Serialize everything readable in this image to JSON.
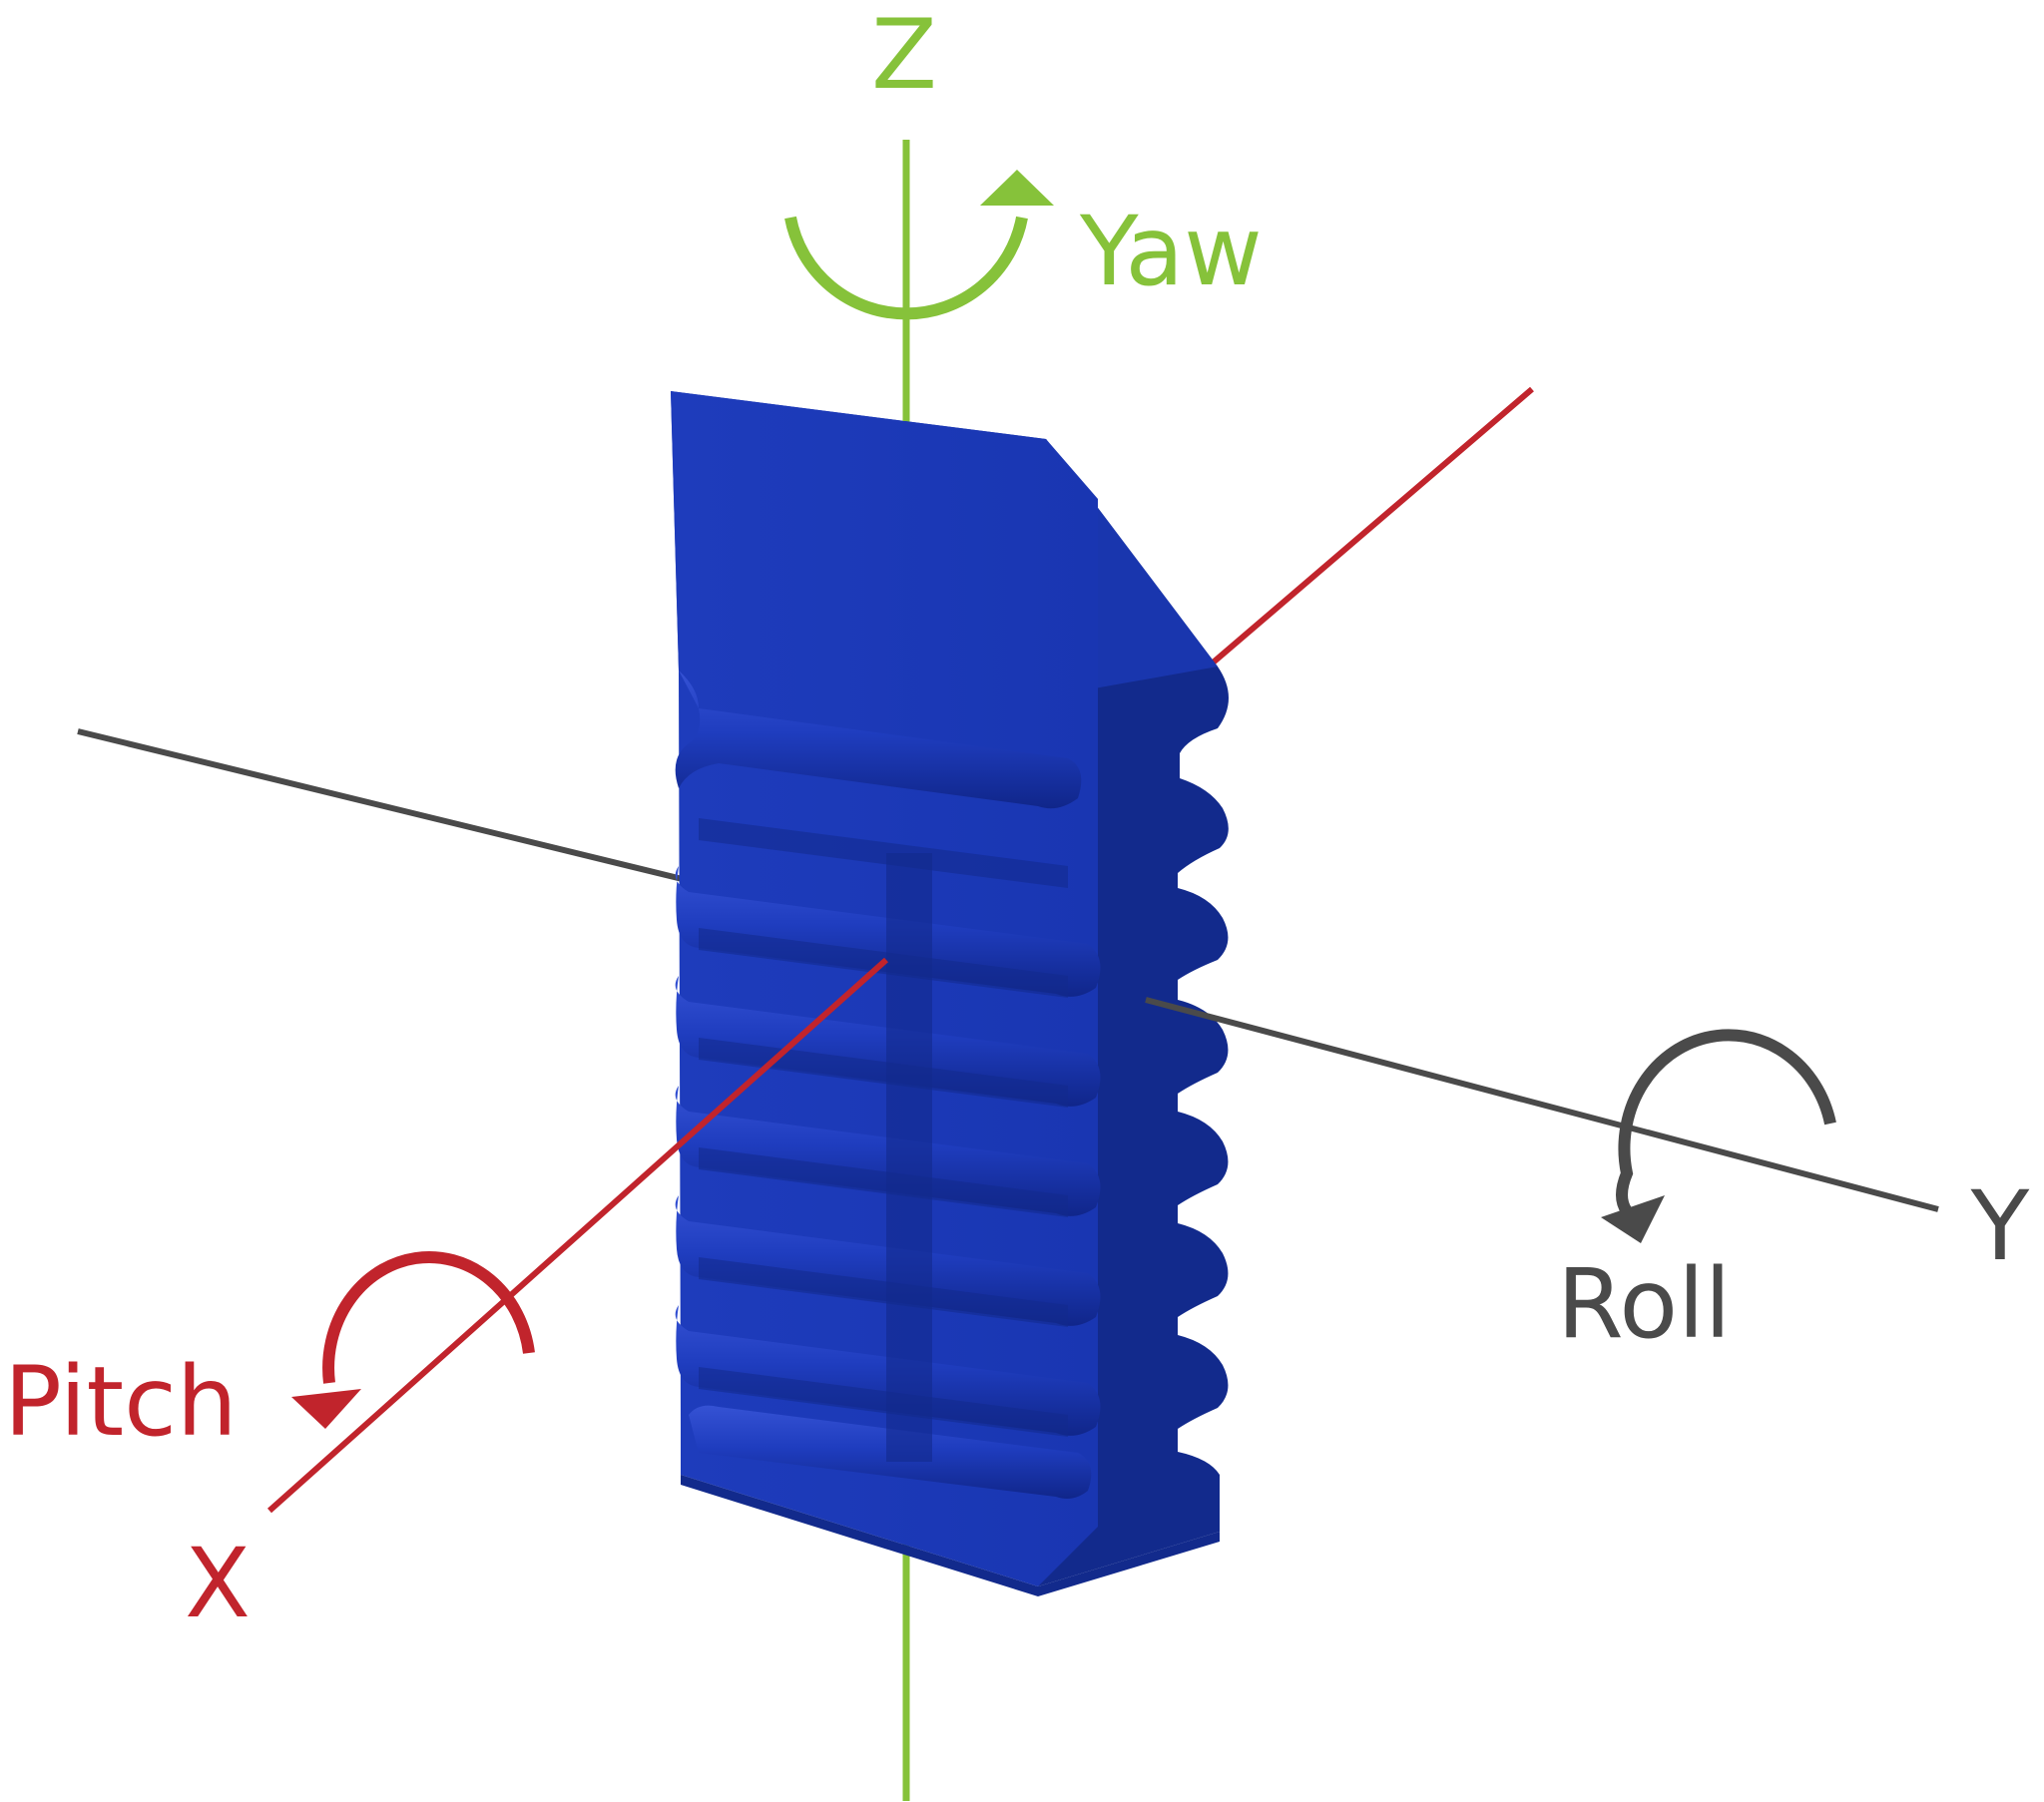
{
  "colors": {
    "background": "#ffffff",
    "z_axis": "#86c23a",
    "x_axis": "#c1242c",
    "y_axis": "#4a4a4a",
    "object": "#1a37b0",
    "object_dark": "#122a8c",
    "object_light": "#2a48c8"
  },
  "labels": {
    "z": "Z",
    "x": "X",
    "y": "Y",
    "yaw": "Yaw",
    "pitch": "Pitch",
    "roll": "Roll"
  },
  "icons": {
    "yaw": "rotation-arrow-icon",
    "pitch": "rotation-arrow-icon",
    "roll": "rotation-arrow-icon"
  }
}
